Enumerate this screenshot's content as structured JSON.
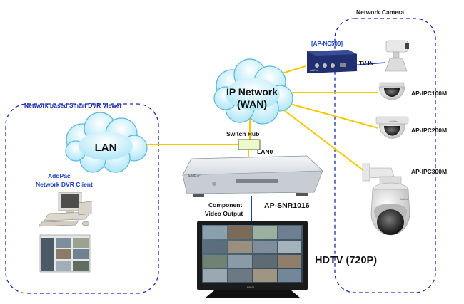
{
  "groups": {
    "viewer_title": "Network based Smart DVR Viewer",
    "camera_title": "Network Camera"
  },
  "clouds": {
    "wan_line1": "IP Network",
    "wan_line2": "(WAN)",
    "lan": "LAN"
  },
  "client": {
    "line1": "AddPac",
    "line2": "Network DVR Client"
  },
  "switch": {
    "label": "Switch Hub",
    "port": "LAN0"
  },
  "encoder": {
    "label": "[AP-NC500]",
    "input": "TV IN",
    "brand": "AddPac"
  },
  "cameras": [
    {
      "label": "AP-IPC100M"
    },
    {
      "label": "AP-IPC200M"
    },
    {
      "label": "AP-IPC300M"
    }
  ],
  "dvr": {
    "model": "AP-SNR1016",
    "brand": "AddPac",
    "output_line1": "Component",
    "output_line2": "Video Output"
  },
  "tv": {
    "label": "HDTV (720P)",
    "brand": "PAVV"
  },
  "colors": {
    "ethernet": "#f5c800",
    "video": "#1a3fc4",
    "group_border": "#1a2aa8",
    "group_title": "#1a2aa8"
  }
}
